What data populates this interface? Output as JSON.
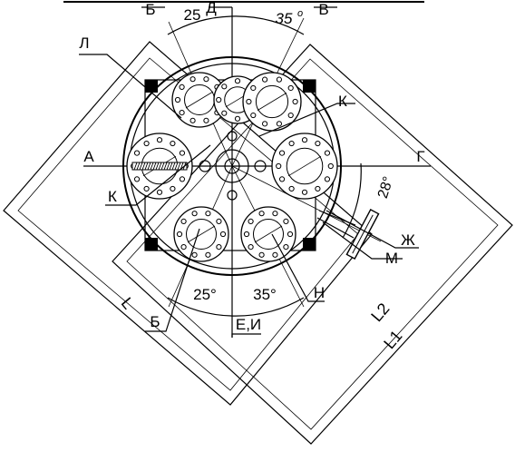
{
  "labels": {
    "top_left_letter": "Б",
    "top_center_letter": "Д",
    "top_right_letter": "В",
    "top_left_angle": "25",
    "top_right_angle": "35",
    "top_right_angle_deg": "о",
    "upper_left_letter": "Л",
    "upper_right_letter": "К",
    "left_axis_letter": "А",
    "right_axis_letter": "Г",
    "lower_left_letter": "К",
    "right_angle": "28°",
    "zh_letter": "Ж",
    "m_letter": "М",
    "n_letter": "Н",
    "bottom_left_angle": "25°",
    "bottom_right_angle": "35°",
    "bottom_left_letter": "Б",
    "bottom_center_letter": "Е,И",
    "dim_l": "L",
    "dim_l2": "L2",
    "dim_l1": "L1"
  }
}
